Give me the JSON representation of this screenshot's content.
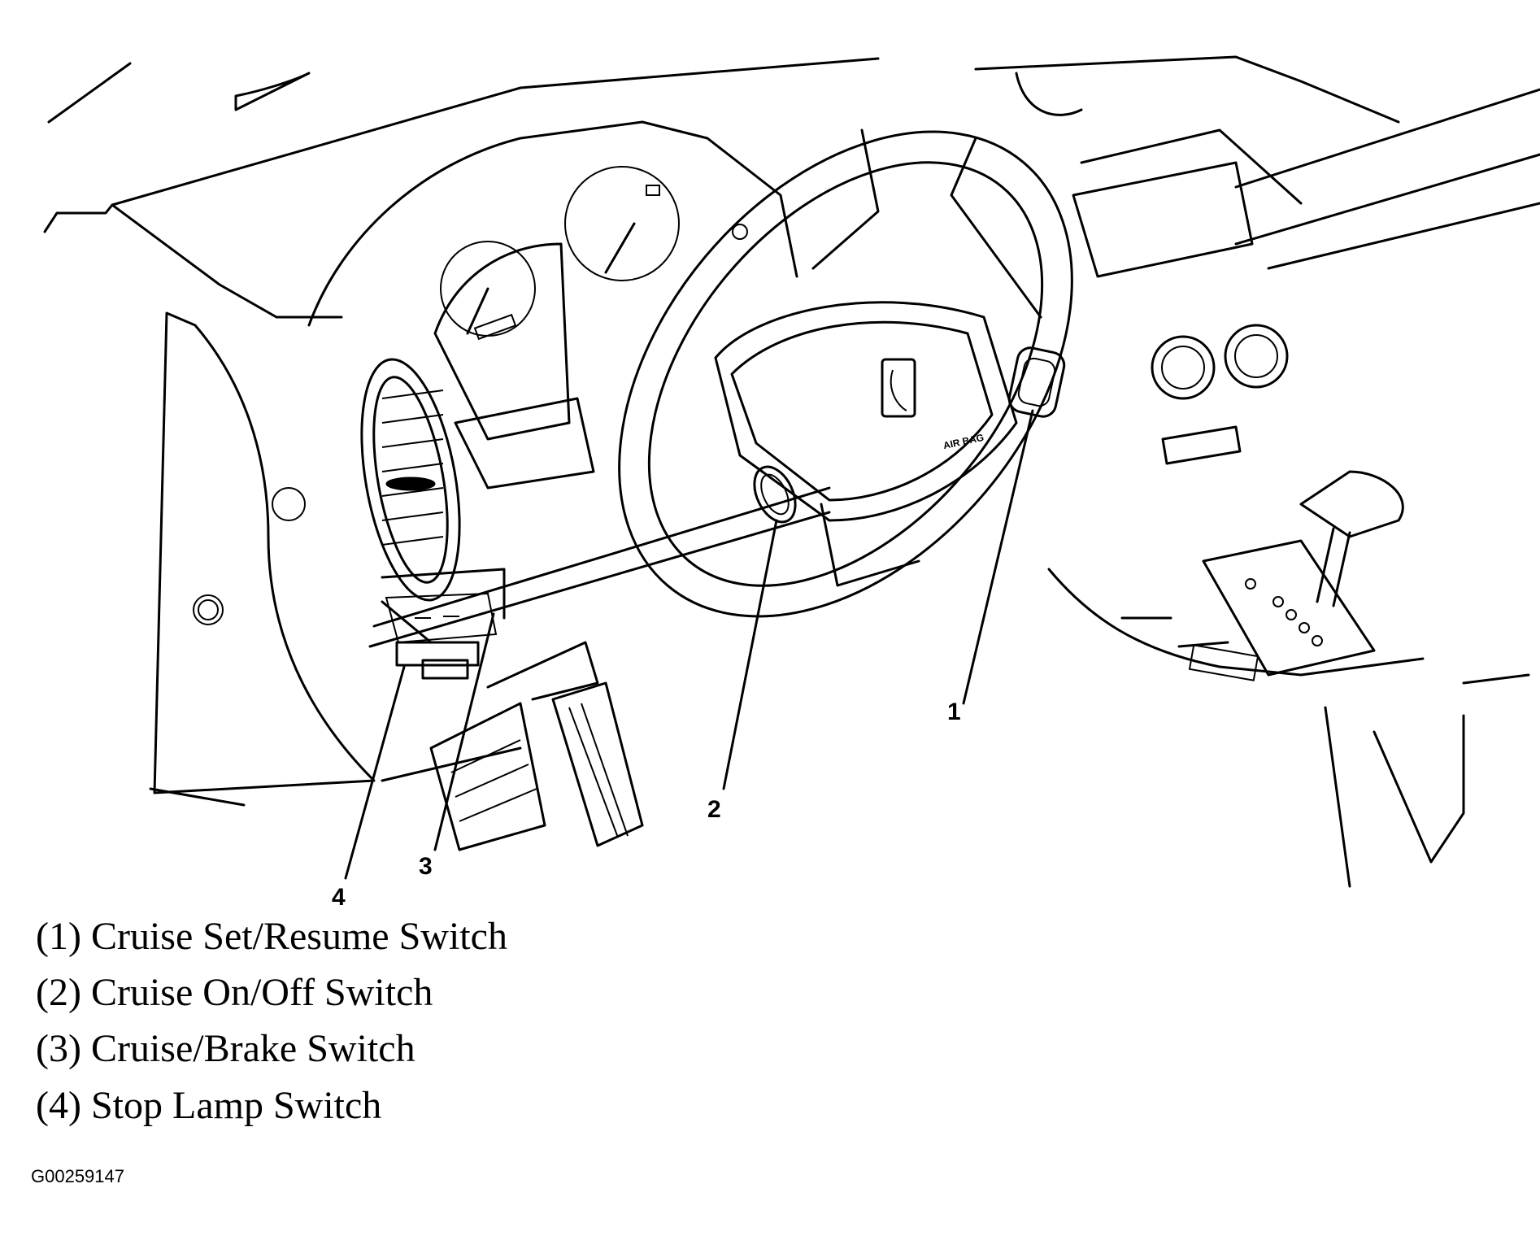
{
  "callouts": {
    "c1": "1",
    "c2": "2",
    "c3": "3",
    "c4": "4"
  },
  "legend": {
    "item_1": "(1) Cruise Set/Resume Switch",
    "item_2": "(2) Cruise On/Off Switch",
    "item_3": "(3) Cruise/Brake Switch",
    "item_4": "(4) Stop Lamp Switch"
  },
  "figure_id": "G00259147",
  "airbag_text": "AIR BAG"
}
